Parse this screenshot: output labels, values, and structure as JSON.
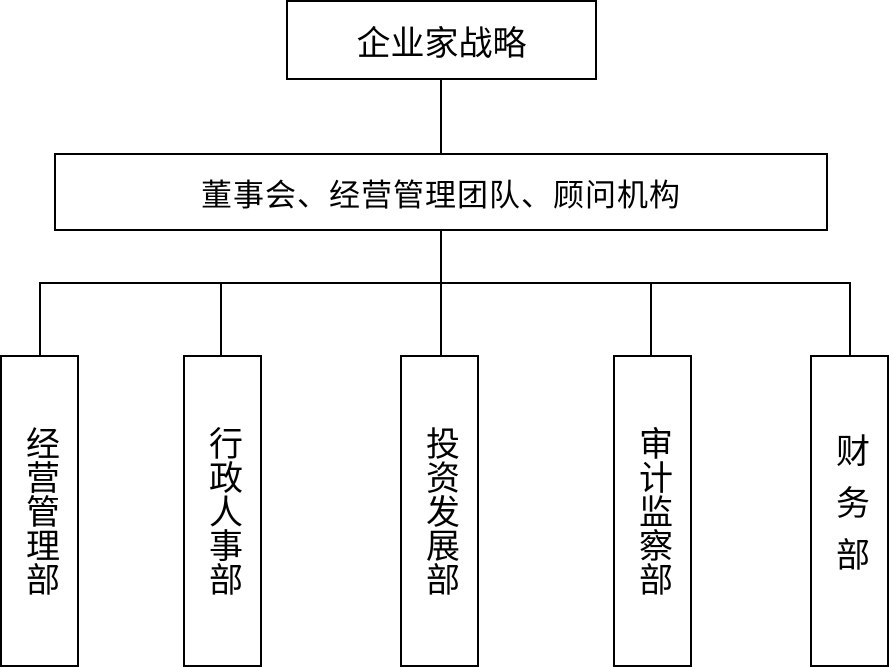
{
  "diagram": {
    "top": {
      "label": "企业家战略"
    },
    "middle": {
      "label": "董事会、经营管理团队、顾问机构"
    },
    "departments": [
      {
        "label": "经营管理部"
      },
      {
        "label": "行政人事部"
      },
      {
        "label": "投资发展部"
      },
      {
        "label": "审计监察部"
      },
      {
        "label": "财务部"
      }
    ]
  }
}
